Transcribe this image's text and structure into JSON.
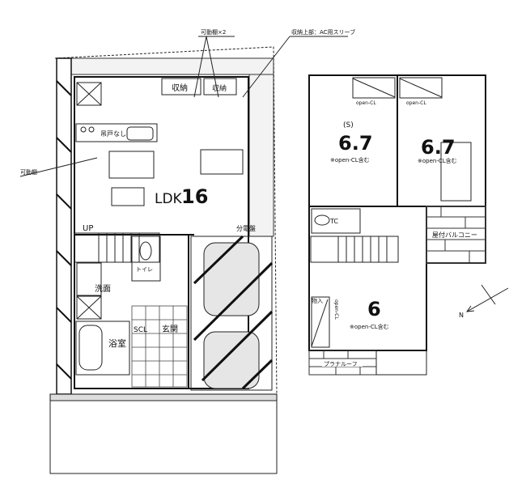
{
  "annotations": {
    "movable_shelf_x2": "可動棚×2",
    "storage_top_ac": "収納上部：AC用スリーブ",
    "movable_shelf": "可動棚"
  },
  "floor1": {
    "ldk_label": "LDK",
    "ldk_size": "16",
    "storage": "収納",
    "storage2": "収納",
    "no_door": "吊戸なし",
    "up": "UP",
    "washroom": "洗面",
    "bathroom": "浴室",
    "scl": "SCL",
    "entrance": "玄関",
    "toilet": "トイレ",
    "meter": "分電盤"
  },
  "floor2": {
    "room_s_tag": "(S)",
    "room_s_size": "6.7",
    "room_s_note": "※open-CL含む",
    "room_r_size": "6.7",
    "room_r_note": "※open-CL含む",
    "room_b_size": "6",
    "room_b_note": "※open-CL含む",
    "open_cl_1": "open-CL",
    "open_cl_2": "open-CL",
    "open_cl_3": "open-CL",
    "tc": "TC",
    "balcony": "屋付バルコニー",
    "roof": "プラナルーフ",
    "storage_small": "物入",
    "north": "N"
  }
}
